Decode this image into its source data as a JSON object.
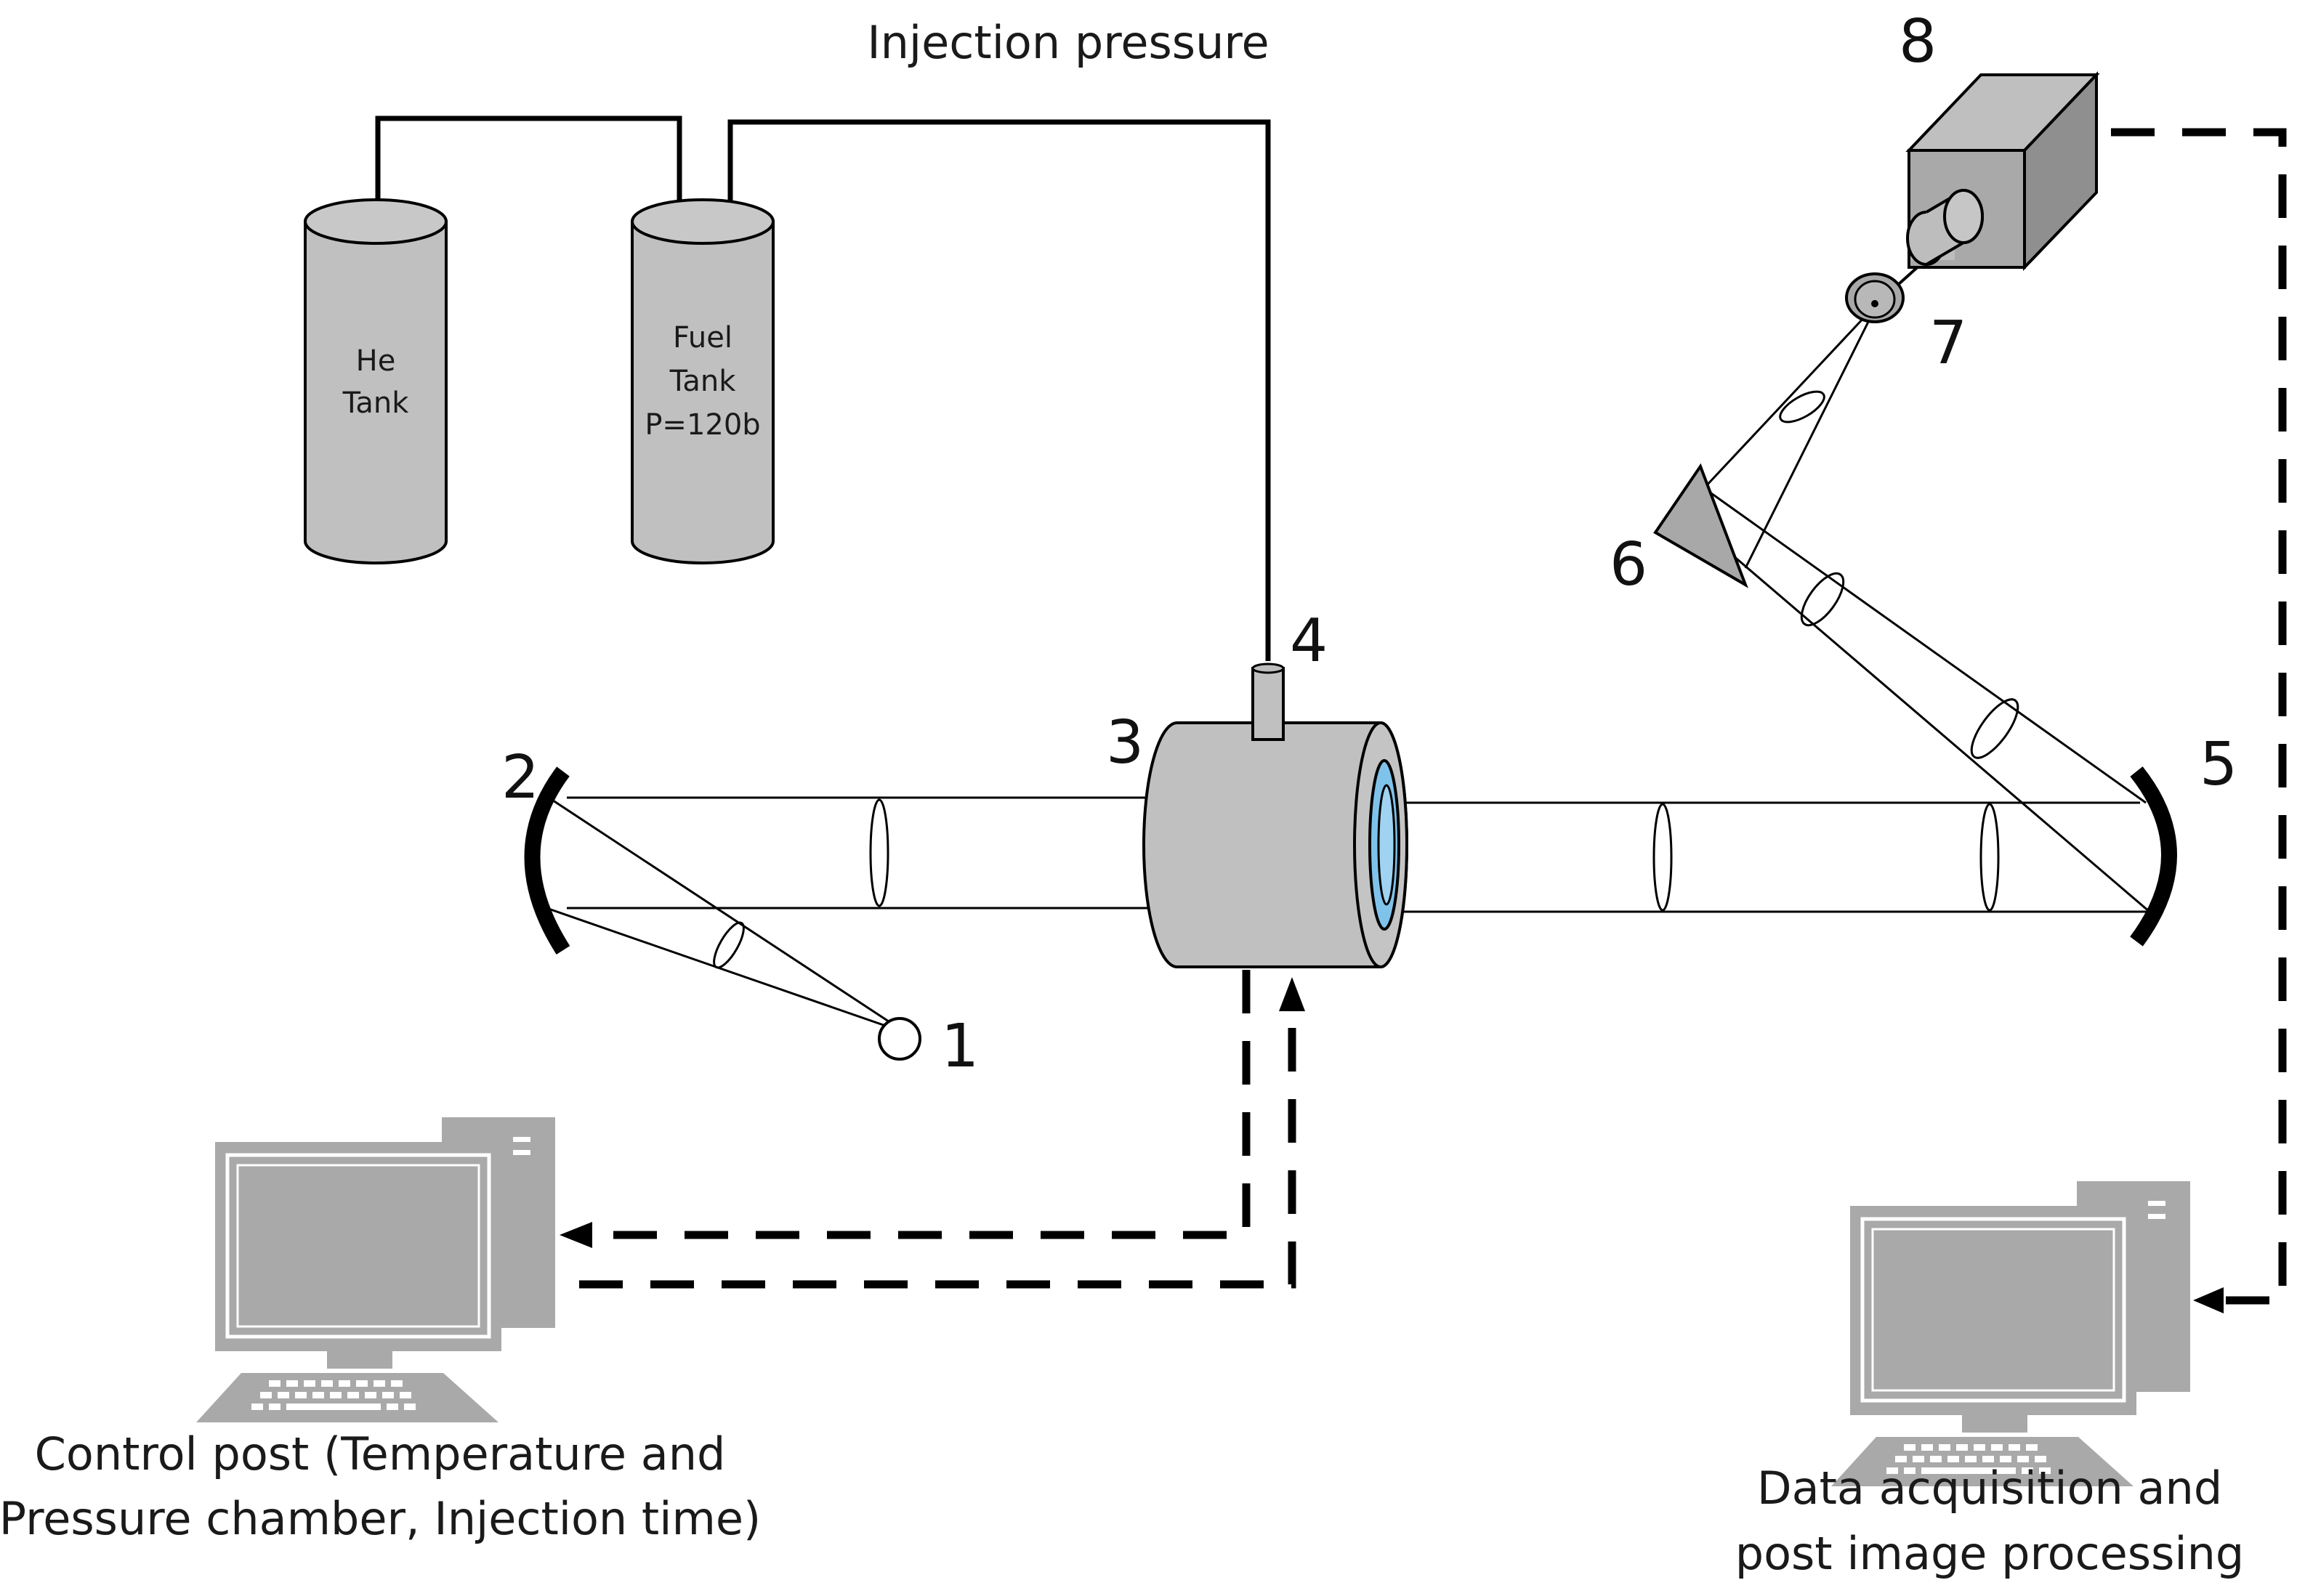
{
  "labels": {
    "injection_pressure": "Injection pressure",
    "he_tank": [
      "He",
      "Tank"
    ],
    "fuel_tank": [
      "Fuel",
      "Tank",
      "P=120b"
    ],
    "control_post": [
      "Control post (Temperature and",
      "Pressure chamber, Injection time)"
    ],
    "data_acquisition": [
      "Data acquisition and",
      "post image processing"
    ]
  },
  "numbers": {
    "n1": "1",
    "n2": "2",
    "n3": "3",
    "n4": "4",
    "n5": "5",
    "n6": "6",
    "n7": "7",
    "n8": "8"
  },
  "colors": {
    "component_gray": "#c0c0c0",
    "computer_gray": "#a9a9a9",
    "window_blue": "#7fc3ea",
    "line": "#000000"
  }
}
